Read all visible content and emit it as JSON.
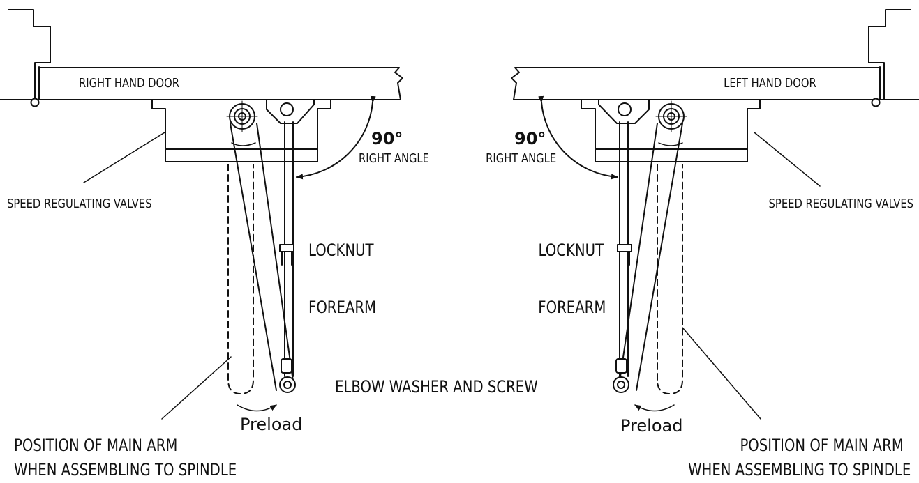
{
  "left": {
    "door_label": "RIGHT HAND DOOR",
    "angle_value": "90°",
    "angle_label": "RIGHT ANGLE",
    "valves_label": "SPEED REGULATING VALVES",
    "locknut_label": "LOCKNUT",
    "forearm_label": "FOREARM",
    "preload_label": "Preload",
    "main_arm_line1": "POSITION OF MAIN ARM",
    "main_arm_line2": "WHEN ASSEMBLING TO SPINDLE"
  },
  "right": {
    "door_label": "LEFT HAND DOOR",
    "angle_value": "90°",
    "angle_label": "RIGHT ANGLE",
    "valves_label": "SPEED REGULATING VALVES",
    "locknut_label": "LOCKNUT",
    "forearm_label": "FOREARM",
    "preload_label": "Preload",
    "main_arm_line1": "POSITION OF MAIN ARM",
    "main_arm_line2": "WHEN ASSEMBLING TO SPINDLE"
  },
  "center": {
    "elbow_label": "ELBOW WASHER AND SCREW"
  }
}
